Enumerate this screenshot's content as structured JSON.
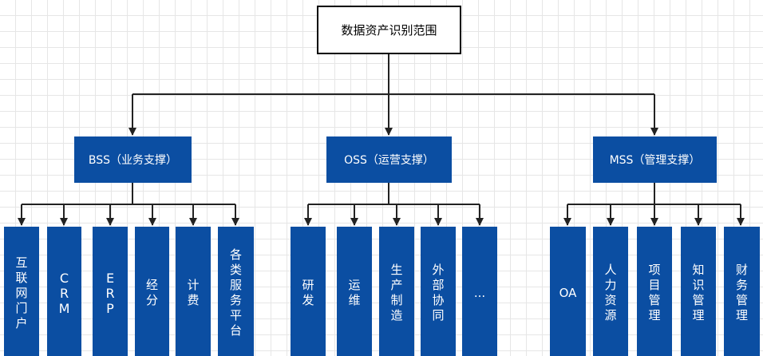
{
  "root": {
    "label": "数据资产识别范围"
  },
  "categories": [
    {
      "label": "BSS（业务支撑）",
      "children": [
        "互联网门户",
        "CRM",
        "ERP",
        "经分",
        "计费",
        "各类服务平台"
      ]
    },
    {
      "label": "OSS（运营支撑）",
      "children": [
        "研发",
        "运维",
        "生产制造",
        "外部协同",
        "..."
      ]
    },
    {
      "label": "MSS（管理支撑）",
      "children": [
        "OA",
        "人力资源",
        "项目管理",
        "知识管理",
        "财务管理"
      ]
    }
  ],
  "colors": {
    "node_fill": "#0b4ea2",
    "connector": "#222222",
    "grid": "#e6e6e6"
  }
}
